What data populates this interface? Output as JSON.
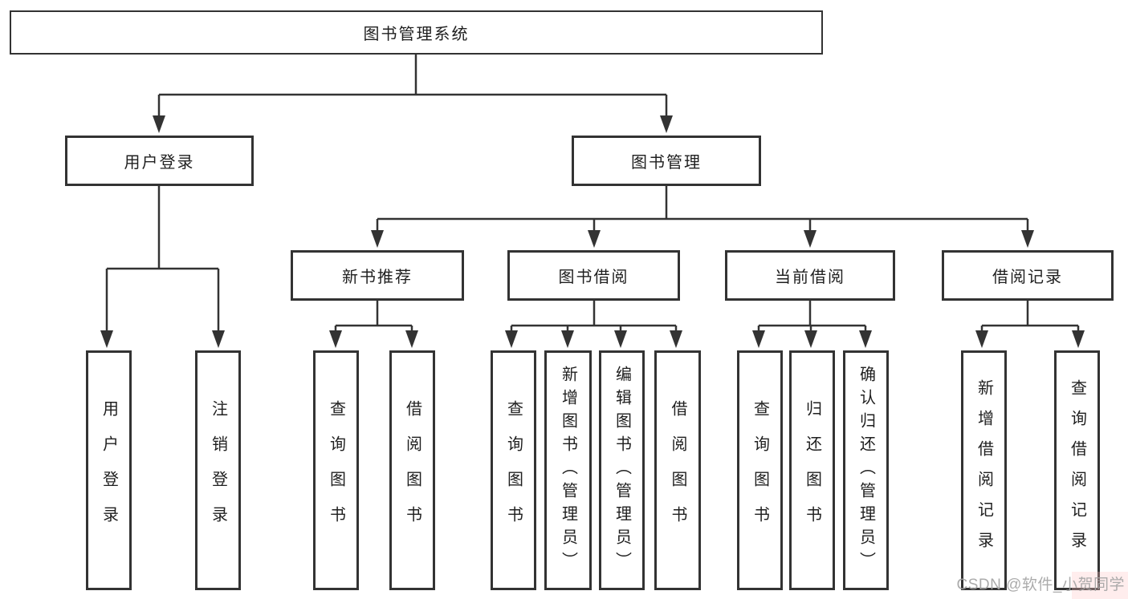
{
  "diagram": {
    "root": {
      "label": "图书管理系统"
    },
    "level2": [
      {
        "label": "用户登录"
      },
      {
        "label": "图书管理"
      }
    ],
    "level3": [
      {
        "label": "新书推荐"
      },
      {
        "label": "图书借阅"
      },
      {
        "label": "当前借阅"
      },
      {
        "label": "借阅记录"
      }
    ],
    "leaves": {
      "user_login": [
        "用户登录",
        "注销登录"
      ],
      "new_book_recommend": [
        "查询图书",
        "借阅图书"
      ],
      "book_borrow": [
        "查询图书",
        "新增图书（管理员）",
        "编辑图书（管理员）",
        "借阅图书"
      ],
      "current_borrow": [
        "查询图书",
        "归还图书",
        "确认归还（管理员）"
      ],
      "borrow_records": [
        "新增借阅记录",
        "查询借阅记录"
      ]
    }
  },
  "watermark": {
    "text": "CSDN @软件_小贺同学",
    "color": "#a3a3a3"
  },
  "colors": {
    "line": "#333333",
    "box_border": "#333333",
    "box_fill": "#ffffff",
    "text": "#1f1f1f",
    "background": "#ffffff"
  }
}
